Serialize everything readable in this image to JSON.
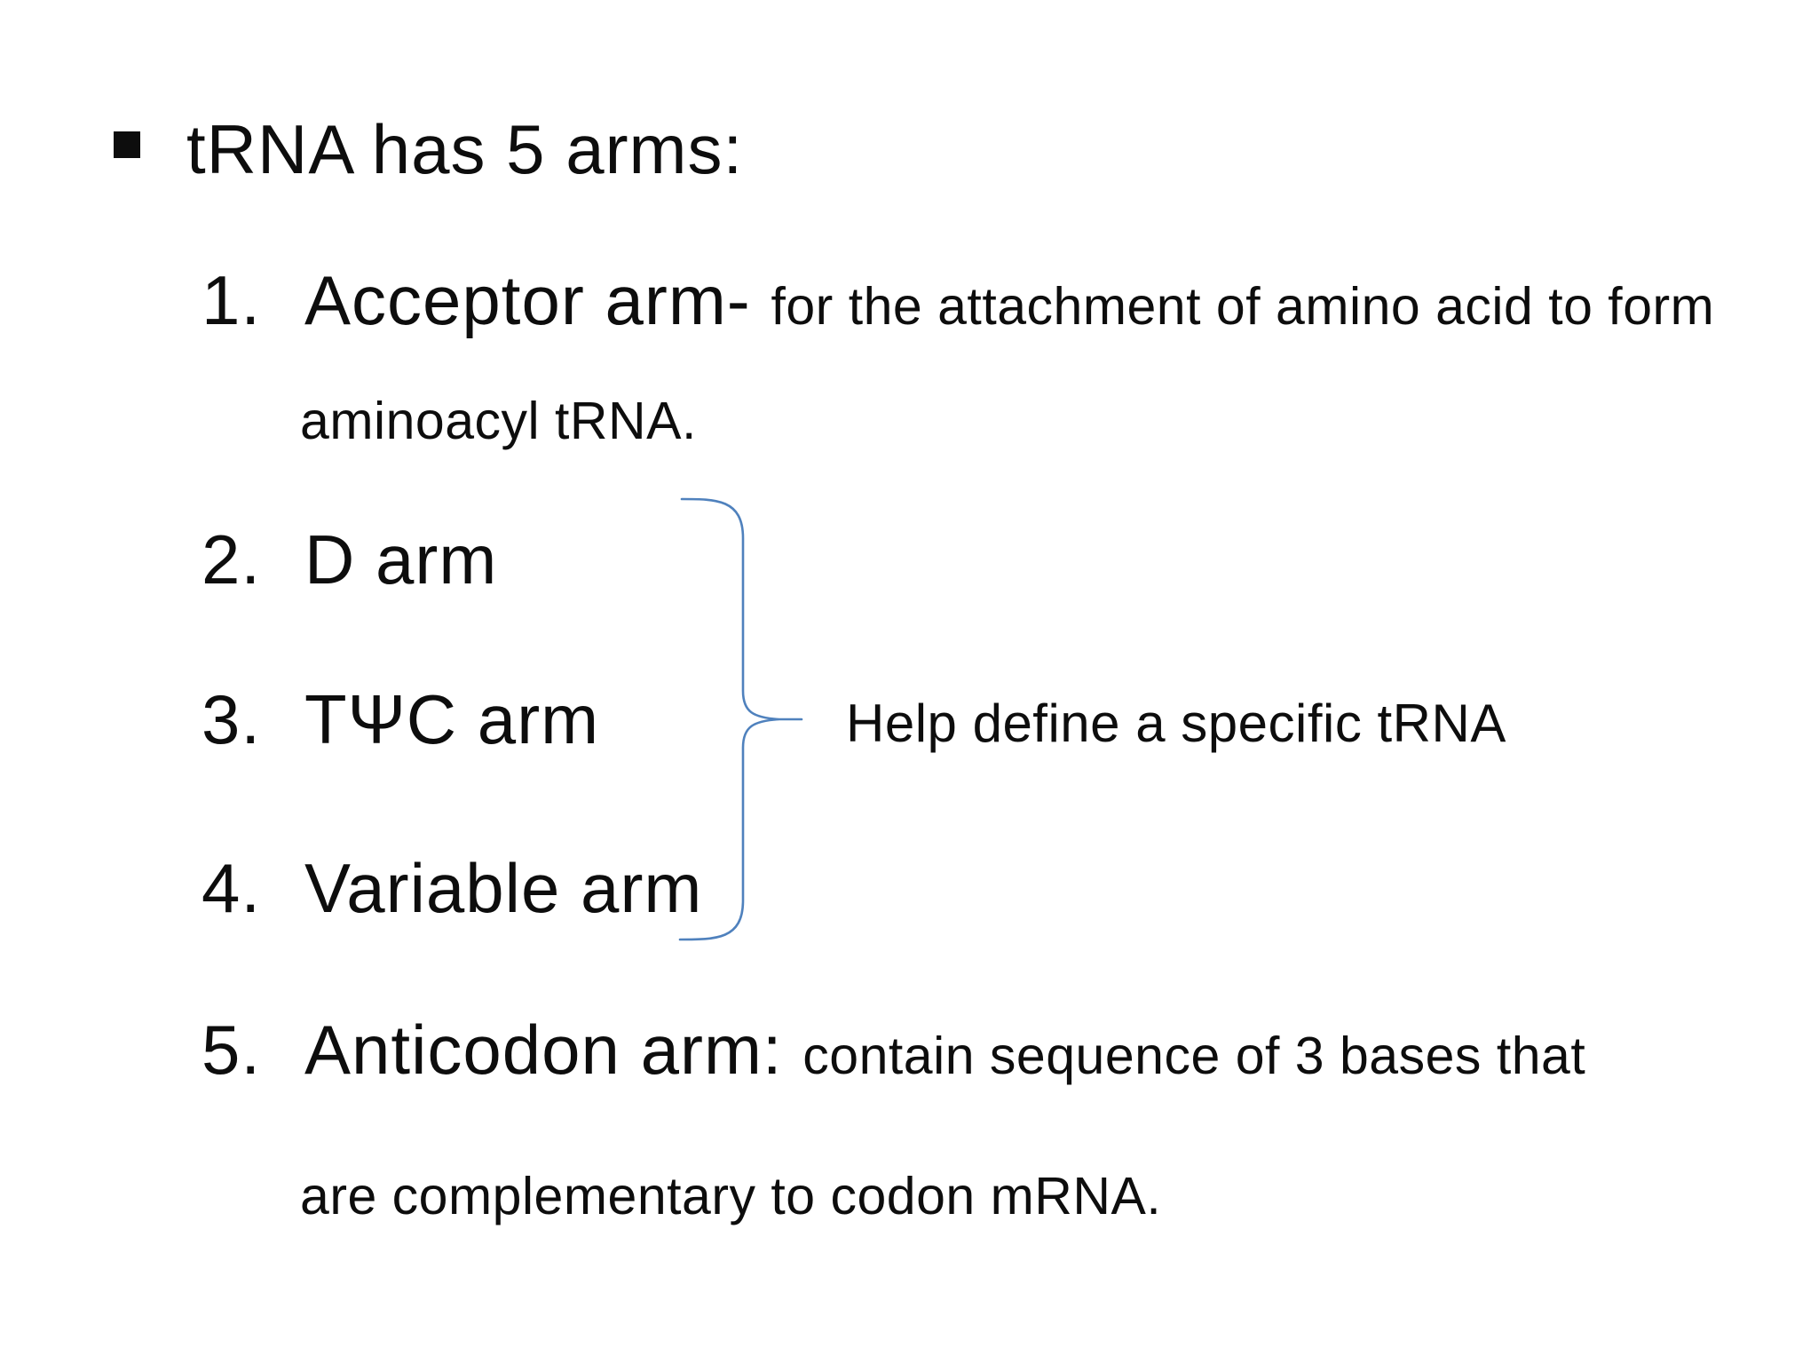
{
  "slide": {
    "title": {
      "text": "tRNA has 5 arms:"
    },
    "items": [
      {
        "number": "1.",
        "primary": "Acceptor arm-",
        "secondary": "for the attachment of amino acid to form",
        "continuation": "aminoacyl tRNA."
      },
      {
        "number": "2.",
        "primary": "D arm"
      },
      {
        "number": "3.",
        "primary": "TΨC arm"
      },
      {
        "number": "4.",
        "primary": "Variable arm"
      },
      {
        "number": "5.",
        "primary": "Anticodon arm:",
        "secondary": "contain sequence of 3 bases that",
        "continuation": "are complementary to codon mRNA."
      }
    ],
    "annotation": {
      "text": "Help define a specific tRNA"
    },
    "colors": {
      "text": "#0d0d0d",
      "brace": "#4f81bd",
      "background": "#ffffff"
    }
  }
}
